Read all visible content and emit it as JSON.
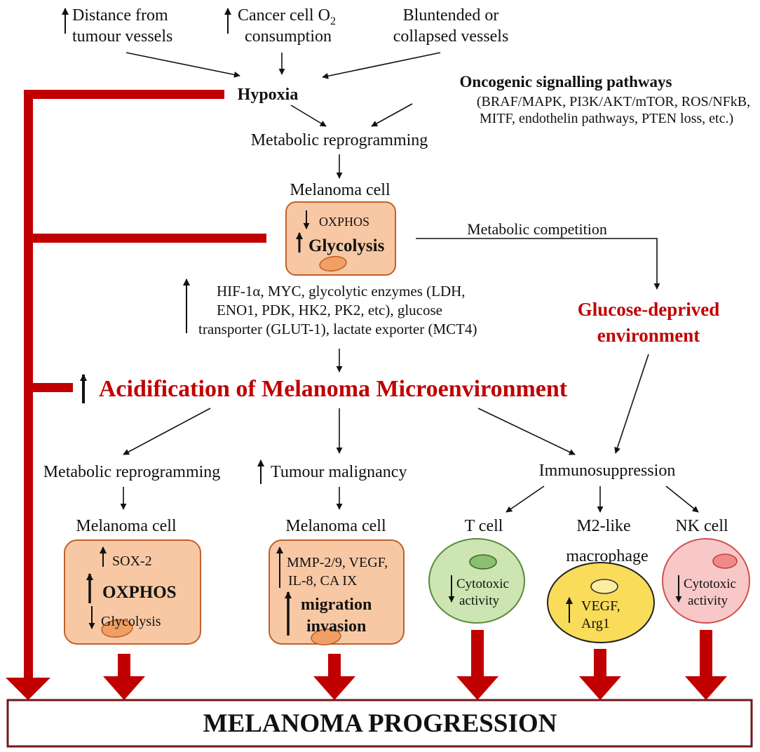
{
  "colors": {
    "accent_red": "#c00000",
    "cell_orange_fill": "#f8c8a4",
    "cell_orange_stroke": "#c0602a",
    "organelle_fill": "#f0a064",
    "tcell_fill": "#cde5b2",
    "tcell_stroke": "#5a8a3a",
    "macrophage_fill": "#f8dc5a",
    "macrophage_stroke": "#222222",
    "nkcell_fill": "#f8c8c8",
    "nkcell_stroke": "#d05050",
    "progression_stroke": "#6e1a1a"
  },
  "causes": {
    "distance": [
      "Distance from",
      "tumour vessels"
    ],
    "o2": [
      "Cancer cell O",
      "2",
      "consumption"
    ],
    "vessels": [
      "Bluntended or",
      "collapsed vessels"
    ]
  },
  "hypoxia": "Hypoxia",
  "oncogenic": {
    "title": "Oncogenic signalling pathways",
    "lines": [
      "(BRAF/MAPK, PI3K/AKT/mTOR, ROS/NFkB,",
      "MITF, endothelin pathways, PTEN loss, etc.)"
    ]
  },
  "metabolic_reprogramming_top": "Metabolic reprogramming",
  "top_cell": {
    "label": "Melanoma cell",
    "oxphos": "OXPHOS",
    "glycolysis": "Glycolysis"
  },
  "metabolic_competition": "Metabolic competition",
  "glucose_deprived": [
    "Glucose-deprived",
    "environment"
  ],
  "factors": [
    "HIF-1α, MYC, glycolytic enzymes (LDH,",
    "ENO1, PDK, HK2, PK2,  etc), glucose",
    "transporter (GLUT-1), lactate exporter (MCT4)"
  ],
  "acidification": "Acidification of Melanoma Microenvironment",
  "branches": {
    "metabolic_reprogramming": "Metabolic reprogramming",
    "tumour_malignancy": "Tumour malignancy",
    "immunosuppression": "Immunosuppression"
  },
  "left_cell": {
    "label": "Melanoma cell",
    "sox2": "SOX-2",
    "oxphos": "OXPHOS",
    "glycolysis": "Glycolysis"
  },
  "mid_cell": {
    "label": "Melanoma cell",
    "markers": [
      "MMP-2/9, VEGF,",
      "IL-8, CA IX"
    ],
    "migration": "migration",
    "invasion": "invasion"
  },
  "tcell": {
    "label": "T cell",
    "text": [
      "Cytotoxic",
      "activity"
    ]
  },
  "macrophage": {
    "label": [
      "M2-like",
      "macrophage"
    ],
    "text": [
      "VEGF,",
      "Arg1"
    ]
  },
  "nkcell": {
    "label": "NK cell",
    "text": [
      "Cytotoxic",
      "activity"
    ]
  },
  "progression": "MELANOMA PROGRESSION"
}
